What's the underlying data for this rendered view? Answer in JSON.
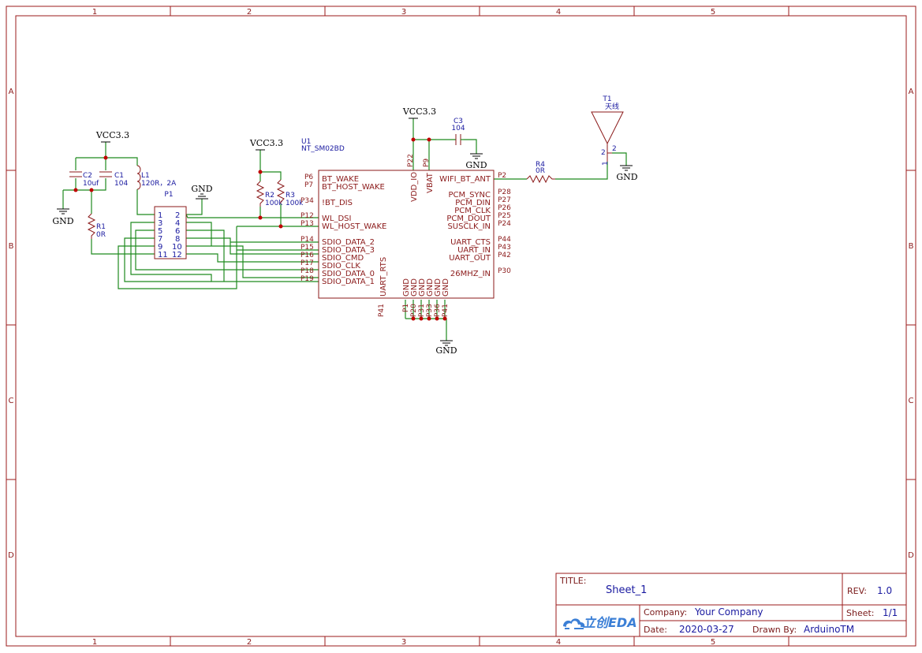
{
  "frame": {
    "columns": [
      "1",
      "2",
      "3",
      "4",
      "5"
    ],
    "rows": [
      "A",
      "B",
      "C",
      "D"
    ]
  },
  "nets": {
    "vcc_c1c2": "VCC3.3",
    "vcc_r2r3": "VCC3.3",
    "vcc_u1": "VCC3.3",
    "gnd_c1c2": "GND",
    "gnd_p1": "GND",
    "gnd_c3": "GND",
    "gnd_u1": "GND",
    "gnd_t1": "GND"
  },
  "components": {
    "c2": {
      "ref": "C2",
      "value": "10uf"
    },
    "c1": {
      "ref": "C1",
      "value": "104"
    },
    "l1": {
      "ref": "L1",
      "value": "120R，2A"
    },
    "r1": {
      "ref": "R1",
      "value": "0R"
    },
    "r2": {
      "ref": "R2",
      "value": "100k"
    },
    "r3": {
      "ref": "R3",
      "value": "100k"
    },
    "c3": {
      "ref": "C3",
      "value": "104"
    },
    "r4": {
      "ref": "R4",
      "value": "0R"
    },
    "t1": {
      "ref": "T1",
      "value": "天线",
      "pin_a": "2",
      "pin_b": "2",
      "pin_c": "1"
    },
    "p1": {
      "ref": "P1",
      "pins_left": [
        "1",
        "3",
        "5",
        "7",
        "9",
        "11"
      ],
      "pins_right": [
        "2",
        "4",
        "6",
        "8",
        "10",
        "12"
      ]
    },
    "u1": {
      "ref": "U1",
      "value": "NT_SM02BD"
    }
  },
  "u1_left_pins": [
    {
      "num": "P6",
      "name": "BT_WAKE"
    },
    {
      "num": "P7",
      "name": "BT_HOST_WAKE"
    },
    {
      "num": "P34",
      "name": "!BT_DIS"
    },
    {
      "num": "P12",
      "name": "WL_DSI"
    },
    {
      "num": "P13",
      "name": "WL_HOST_WAKE"
    },
    {
      "num": "P14",
      "name": "SDIO_DATA_2"
    },
    {
      "num": "P15",
      "name": "SDIO_DATA_3"
    },
    {
      "num": "P16",
      "name": "SDIO_CMD"
    },
    {
      "num": "P17",
      "name": "SDIO_CLK"
    },
    {
      "num": "P18",
      "name": "SDIO_DATA_0"
    },
    {
      "num": "P19",
      "name": "SDIO_DATA_1"
    }
  ],
  "u1_right_pins": [
    {
      "num": "P2",
      "name": "WIFI_BT_ANT"
    },
    {
      "num": "P28",
      "name": "PCM_SYNC"
    },
    {
      "num": "P27",
      "name": "PCM_DIN"
    },
    {
      "num": "P26",
      "name": "PCM_CLK"
    },
    {
      "num": "P25",
      "name": "PCM_DOUT"
    },
    {
      "num": "P24",
      "name": "SUSCLK_IN"
    },
    {
      "num": "P44",
      "name": "UART_CTS"
    },
    {
      "num": "P43",
      "name": "UART_IN"
    },
    {
      "num": "P42",
      "name": "UART_OUT"
    },
    {
      "num": "P30",
      "name": "26MHZ_IN"
    }
  ],
  "u1_top_pins": [
    {
      "num": "P22",
      "name": "VDD_IO"
    },
    {
      "num": "P9",
      "name": "VBAT"
    }
  ],
  "u1_bottom_pins": [
    {
      "num": "P41",
      "name": "UART_RTS"
    },
    {
      "num": "P1",
      "name": "GND"
    },
    {
      "num": "P20",
      "name": "GND"
    },
    {
      "num": "P31",
      "name": "GND"
    },
    {
      "num": "P33",
      "name": "GND"
    },
    {
      "num": "P36",
      "name": "GND"
    },
    {
      "num": "P41",
      "name": "GND"
    }
  ],
  "title_block": {
    "title_label": "TITLE:",
    "title_value": "Sheet_1",
    "rev_label": "REV:",
    "rev_value": "1.0",
    "company_label": "Company:",
    "company_value": "Your Company",
    "sheet_label": "Sheet:",
    "sheet_value": "1/1",
    "date_label": "Date:",
    "date_value": "2020-03-27",
    "drawn_label": "Drawn By:",
    "drawn_value": "ArduinoTM",
    "logo_text": "立创EDA"
  }
}
